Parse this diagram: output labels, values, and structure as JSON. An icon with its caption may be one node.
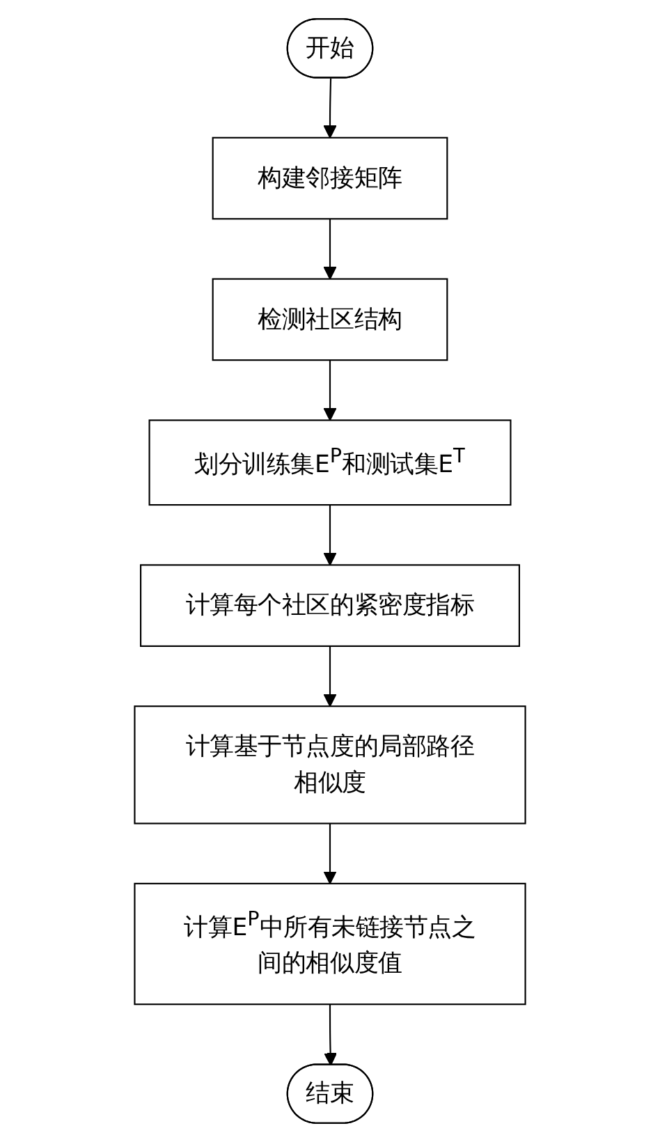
{
  "diagram": {
    "nodes": [
      {
        "text": [
          "开始"
        ]
      },
      {
        "text": [
          "构建邻接矩阵"
        ]
      },
      {
        "text": [
          "检测社区结构"
        ]
      },
      {
        "text": [
          "划分训练集E$^{P}$和测试集E$^{T}$"
        ]
      },
      {
        "text": [
          "计算每个社区的紧密度指标"
        ]
      },
      {
        "text": [
          "计算基于节点度的局部路径相似度"
        ]
      },
      {
        "text": [
          "计算E$^{P}$中所有未链接节点之间的相似度值"
        ]
      },
      {
        "text": [
          "结束"
        ]
      }
    ],
    "edges": [
      {
        "from": 0,
        "to": 1,
        "arrow": "to"
      },
      {
        "from": 1,
        "to": 2,
        "arrow": "to"
      },
      {
        "from": 2,
        "to": 3,
        "arrow": "to"
      },
      {
        "from": 3,
        "to": 4,
        "arrow": "to"
      },
      {
        "from": 4,
        "to": 5,
        "arrow": "to"
      },
      {
        "from": 5,
        "to": 6,
        "arrow": "to"
      },
      {
        "from": 6,
        "to": 7,
        "arrow": "to"
      }
    ]
  }
}
